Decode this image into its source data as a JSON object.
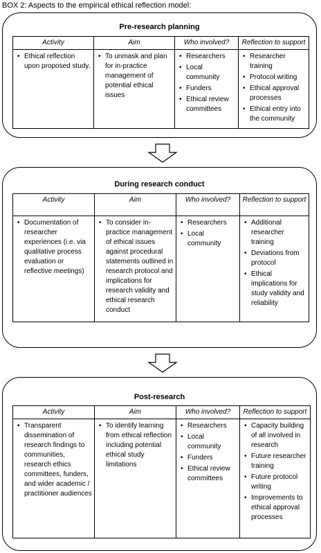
{
  "caption": "BOX 2: Aspects to the empirical ethical reflection model:",
  "headers": [
    "Activity",
    "Aim",
    "Who involved?",
    "Reflection to support"
  ],
  "sections": [
    {
      "title": "Pre-research planning",
      "headers": [
        "Activity",
        "Aim",
        "Who involved?",
        "Reflection to support"
      ],
      "columns": [
        [
          "Ethical reflection upon proposed study."
        ],
        [
          "To unmask and plan for in-practice management of potential ethical issues"
        ],
        [
          "Researchers",
          "Local community",
          "Funders",
          "Ethical review committees"
        ],
        [
          "Researcher training",
          "Protocol writing",
          "Ethical approval processes",
          "Ethical entry into the community"
        ]
      ]
    },
    {
      "title": "During research conduct",
      "headers": [
        "Activity",
        "Aim",
        "Who involved?",
        "Reflection to support"
      ],
      "columns": [
        [
          "Documentation of researcher experiences (i.e. via qualitative process evaluation or reflective meetings)"
        ],
        [
          "To consider in-practice management of ethical issues against procedural statements outlined in research protocol and implications for research validity and ethical research conduct"
        ],
        [
          "Researchers",
          "Local community"
        ],
        [
          "Additional researcher training",
          "Deviations from protocol",
          "Ethical implications for study validity and reliability"
        ]
      ]
    },
    {
      "title": "Post-research",
      "headers": [
        "Activity",
        "Aim",
        "Who involved?",
        "Reflection to support"
      ],
      "columns": [
        [
          "Transparent dissemination of research findings to communities, research ethics committees, funders, and wider academic / practitioner audiences"
        ],
        [
          "To identify learning from ethical reflection including potential ethical study limitations"
        ],
        [
          "Researchers",
          "Local community",
          "Funders",
          "Ethical review committees"
        ],
        [
          "Capacity building of all involved in research",
          "Future researcher training",
          "Future protocol writing",
          "Improvements to ethical approval processes"
        ]
      ]
    }
  ],
  "icons": {
    "arrow": "down-arrow-icon"
  }
}
